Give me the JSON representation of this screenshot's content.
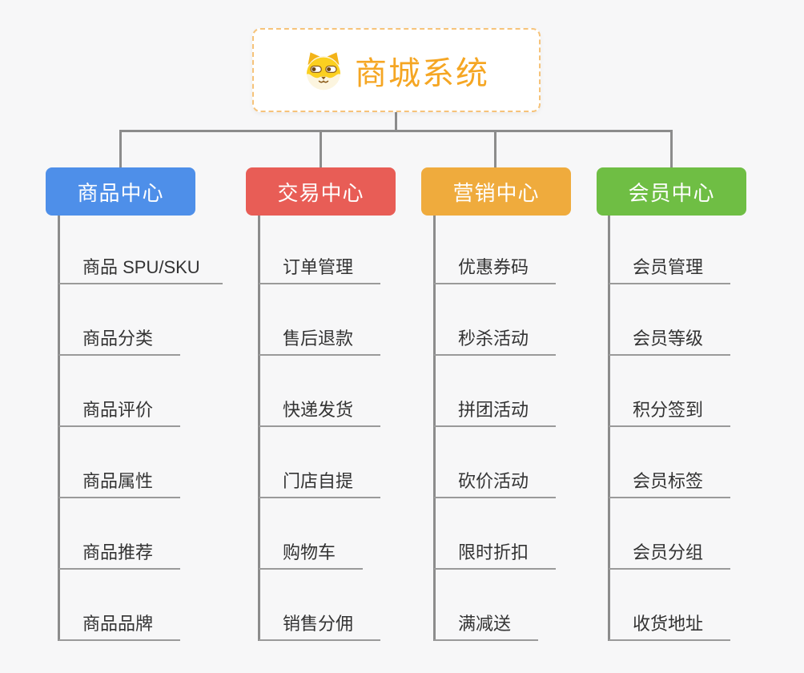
{
  "page": {
    "background": "#f7f7f8",
    "connector_color": "#8c8c8c",
    "underline_color": "#9a9a9a"
  },
  "root": {
    "label": "商城系统",
    "icon": "shiba-dog-face-icon",
    "text_color": "#f5a623",
    "border_color": "#f6c37a"
  },
  "branches": [
    {
      "label": "商品中心",
      "color": "#4e8fe9",
      "children": [
        "商品 SPU/SKU",
        "商品分类",
        "商品评价",
        "商品属性",
        "商品推荐",
        "商品品牌"
      ]
    },
    {
      "label": "交易中心",
      "color": "#e85d56",
      "children": [
        "订单管理",
        "售后退款",
        "快递发货",
        "门店自提",
        "购物车",
        "销售分佣"
      ]
    },
    {
      "label": "营销中心",
      "color": "#efab3d",
      "children": [
        "优惠券码",
        "秒杀活动",
        "拼团活动",
        "砍价活动",
        "限时折扣",
        "满减送"
      ]
    },
    {
      "label": "会员中心",
      "color": "#6fbe44",
      "children": [
        "会员管理",
        "会员等级",
        "积分签到",
        "会员标签",
        "会员分组",
        "收货地址"
      ]
    }
  ]
}
